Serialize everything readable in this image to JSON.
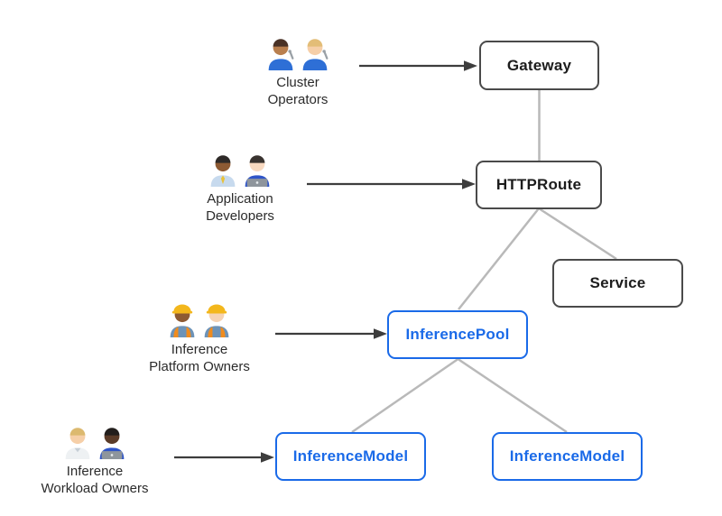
{
  "colors": {
    "background": "#ffffff",
    "node_border_dark": "#4a4a4a",
    "node_text_dark": "#1c1c1c",
    "node_border_blue": "#1a6ae8",
    "node_text_blue": "#1a6ae8",
    "connector_gray": "#b9b9b9",
    "arrow_dark": "#3d3d3d",
    "actor_label_text": "#2b2b2b"
  },
  "nodes": [
    {
      "id": "gateway",
      "label": "Gateway",
      "style": "dark"
    },
    {
      "id": "httproute",
      "label": "HTTPRoute",
      "style": "dark"
    },
    {
      "id": "service",
      "label": "Service",
      "style": "dark"
    },
    {
      "id": "inferencepool",
      "label": "InferencePool",
      "style": "blue"
    },
    {
      "id": "inferencemodel-left",
      "label": "InferenceModel",
      "style": "blue"
    },
    {
      "id": "inferencemodel-right",
      "label": "InferenceModel",
      "style": "blue"
    }
  ],
  "actors": [
    {
      "id": "cluster-operators",
      "label_lines": [
        "Cluster",
        "Operators"
      ],
      "points_to": "Gateway",
      "icons": [
        {
          "name": "man-mechanic",
          "skin": "#b97f4e",
          "hair": "#4a3226",
          "shirt": "#2e6fd6",
          "wrench": true
        },
        {
          "name": "woman-mechanic",
          "skin": "#f6cfa8",
          "hair": "#e3bd77",
          "shirt": "#2e6fd6",
          "wrench": true
        }
      ]
    },
    {
      "id": "application-developers",
      "label_lines": [
        "Application",
        "Developers"
      ],
      "points_to": "HTTPRoute",
      "icons": [
        {
          "name": "man-technologist",
          "skin": "#8d5a33",
          "hair": "#2e2a28",
          "shirt": "#c7daee",
          "tie": "#e8c23a"
        },
        {
          "name": "woman-technologist",
          "skin": "#f8d9c0",
          "hair": "#39332f",
          "shirt": "#2f55c8",
          "laptop": true
        }
      ]
    },
    {
      "id": "inference-platform-owners",
      "label_lines": [
        "Inference",
        "Platform Owners"
      ],
      "points_to": "InferencePool",
      "icons": [
        {
          "name": "woman-construction-worker",
          "skin": "#8d5a33",
          "hat": "#f3b71c",
          "shirt": "#6d93b8",
          "vest": true
        },
        {
          "name": "man-construction-worker",
          "skin": "#f6d3b3",
          "hat": "#f3b71c",
          "shirt": "#6d93b8",
          "vest": true
        }
      ]
    },
    {
      "id": "inference-workload-owners",
      "label_lines": [
        "Inference",
        "Workload Owners"
      ],
      "points_to": "InferenceModel",
      "icons": [
        {
          "name": "health-worker",
          "skin": "#f6cfa8",
          "hair": "#dcb96f",
          "shirt": "#eef1f3",
          "coat": true
        },
        {
          "name": "man-technologist-dark",
          "skin": "#5a3b28",
          "hair": "#221e1c",
          "shirt": "#2f55c8",
          "laptop": true
        }
      ]
    }
  ],
  "edges": [
    {
      "from": "Gateway",
      "to": "HTTPRoute"
    },
    {
      "from": "HTTPRoute",
      "to": "Service"
    },
    {
      "from": "HTTPRoute",
      "to": "InferencePool"
    },
    {
      "from": "InferencePool",
      "to": "InferenceModel (left)"
    },
    {
      "from": "InferencePool",
      "to": "InferenceModel (right)"
    }
  ]
}
